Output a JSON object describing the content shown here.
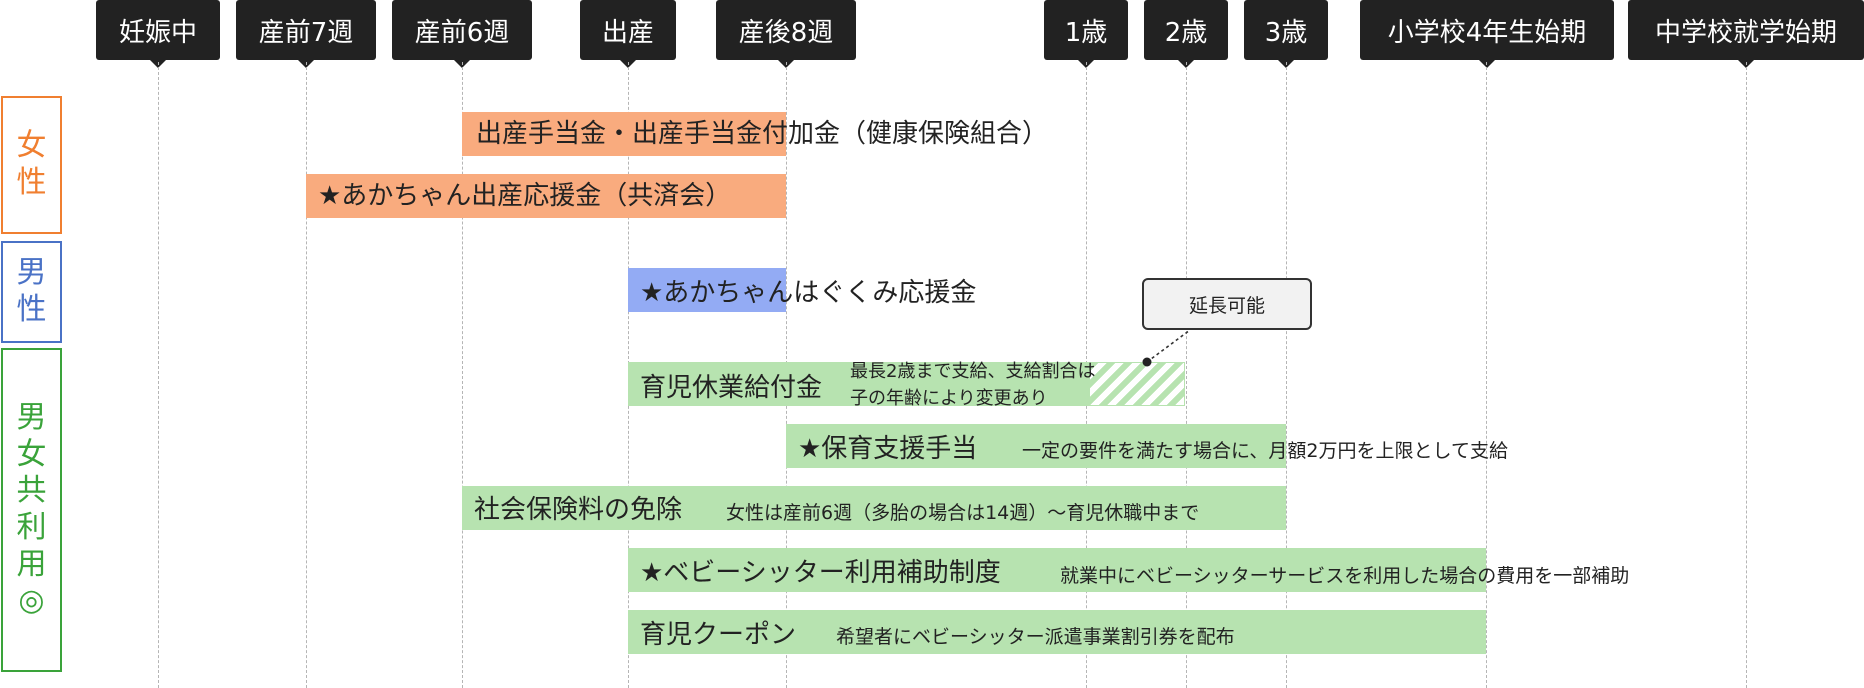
{
  "timeline": {
    "milestones": [
      "妊娠中",
      "産前7週",
      "産前6週",
      "出産",
      "産後8週",
      "1歳",
      "2歳",
      "3歳",
      "小学校4年生始期",
      "中学校就学始期"
    ]
  },
  "categories": {
    "female": "女性",
    "male": "男性",
    "both": "男女共利用◎"
  },
  "bars": {
    "maternity_allowance": {
      "title": "出産手当金・出産手当金付加金（健康保険組合）"
    },
    "baby_support_mutual": {
      "title": "★あかちゃん出産応援金（共済会）"
    },
    "baby_nurture_support": {
      "title": "★あかちゃんはぐくみ応援金"
    },
    "childcare_leave_benefit": {
      "title": "育児休業給付金",
      "note_line1": "最長2歳まで支給、支給割合は",
      "note_line2": "子の年齢により変更あり"
    },
    "nursery_allowance": {
      "title": "★保育支援手当",
      "note": "一定の要件を満たす場合に、月額2万円を上限として支給"
    },
    "social_insurance_exemption": {
      "title": "社会保険料の免除",
      "note": "女性は産前6週（多胎の場合は14週）～育児休職中まで"
    },
    "babysitter_subsidy": {
      "title": "★ベビーシッター利用補助制度",
      "note": "就業中にベビーシッターサービスを利用した場合の費用を一部補助"
    },
    "childcare_coupon": {
      "title": "育児クーポン",
      "note": "希望者にベビーシッター派遣事業割引券を配布"
    }
  },
  "callout": {
    "label": "延長可能"
  },
  "colors": {
    "header_bg": "#222222",
    "female": "#f9ab7e",
    "female_border": "#f07f30",
    "male": "#93abf4",
    "male_border": "#4a72c6",
    "both": "#b7e3b0",
    "both_border": "#3aa33a",
    "gridline": "#b5b5b5"
  }
}
